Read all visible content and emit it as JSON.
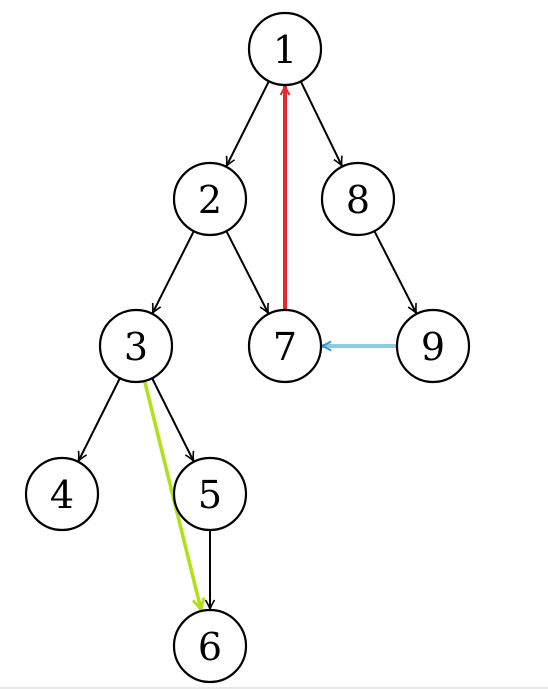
{
  "nodes": [
    {
      "id": "1",
      "label": "1"
    },
    {
      "id": "2",
      "label": "2"
    },
    {
      "id": "8",
      "label": "8"
    },
    {
      "id": "3",
      "label": "3"
    },
    {
      "id": "7",
      "label": "7"
    },
    {
      "id": "9",
      "label": "9"
    },
    {
      "id": "4",
      "label": "4"
    },
    {
      "id": "5",
      "label": "5"
    },
    {
      "id": "6",
      "label": "6"
    }
  ],
  "tree_edges": [
    {
      "from": "1",
      "to": "2"
    },
    {
      "from": "1",
      "to": "8"
    },
    {
      "from": "2",
      "to": "3"
    },
    {
      "from": "2",
      "to": "7"
    },
    {
      "from": "8",
      "to": "9"
    },
    {
      "from": "3",
      "to": "4"
    },
    {
      "from": "3",
      "to": "5"
    },
    {
      "from": "5",
      "to": "6"
    }
  ],
  "extra_edges": [
    {
      "from": "7",
      "to": "1",
      "color": "#e8262e"
    },
    {
      "from": "9",
      "to": "7",
      "color": "#86cfe3"
    },
    {
      "from": "3",
      "to": "6",
      "color": "#b3e01c"
    }
  ],
  "colors": {
    "node_stroke": "#000000",
    "node_fill": "#ffffff",
    "tree_edge": "#000000"
  }
}
